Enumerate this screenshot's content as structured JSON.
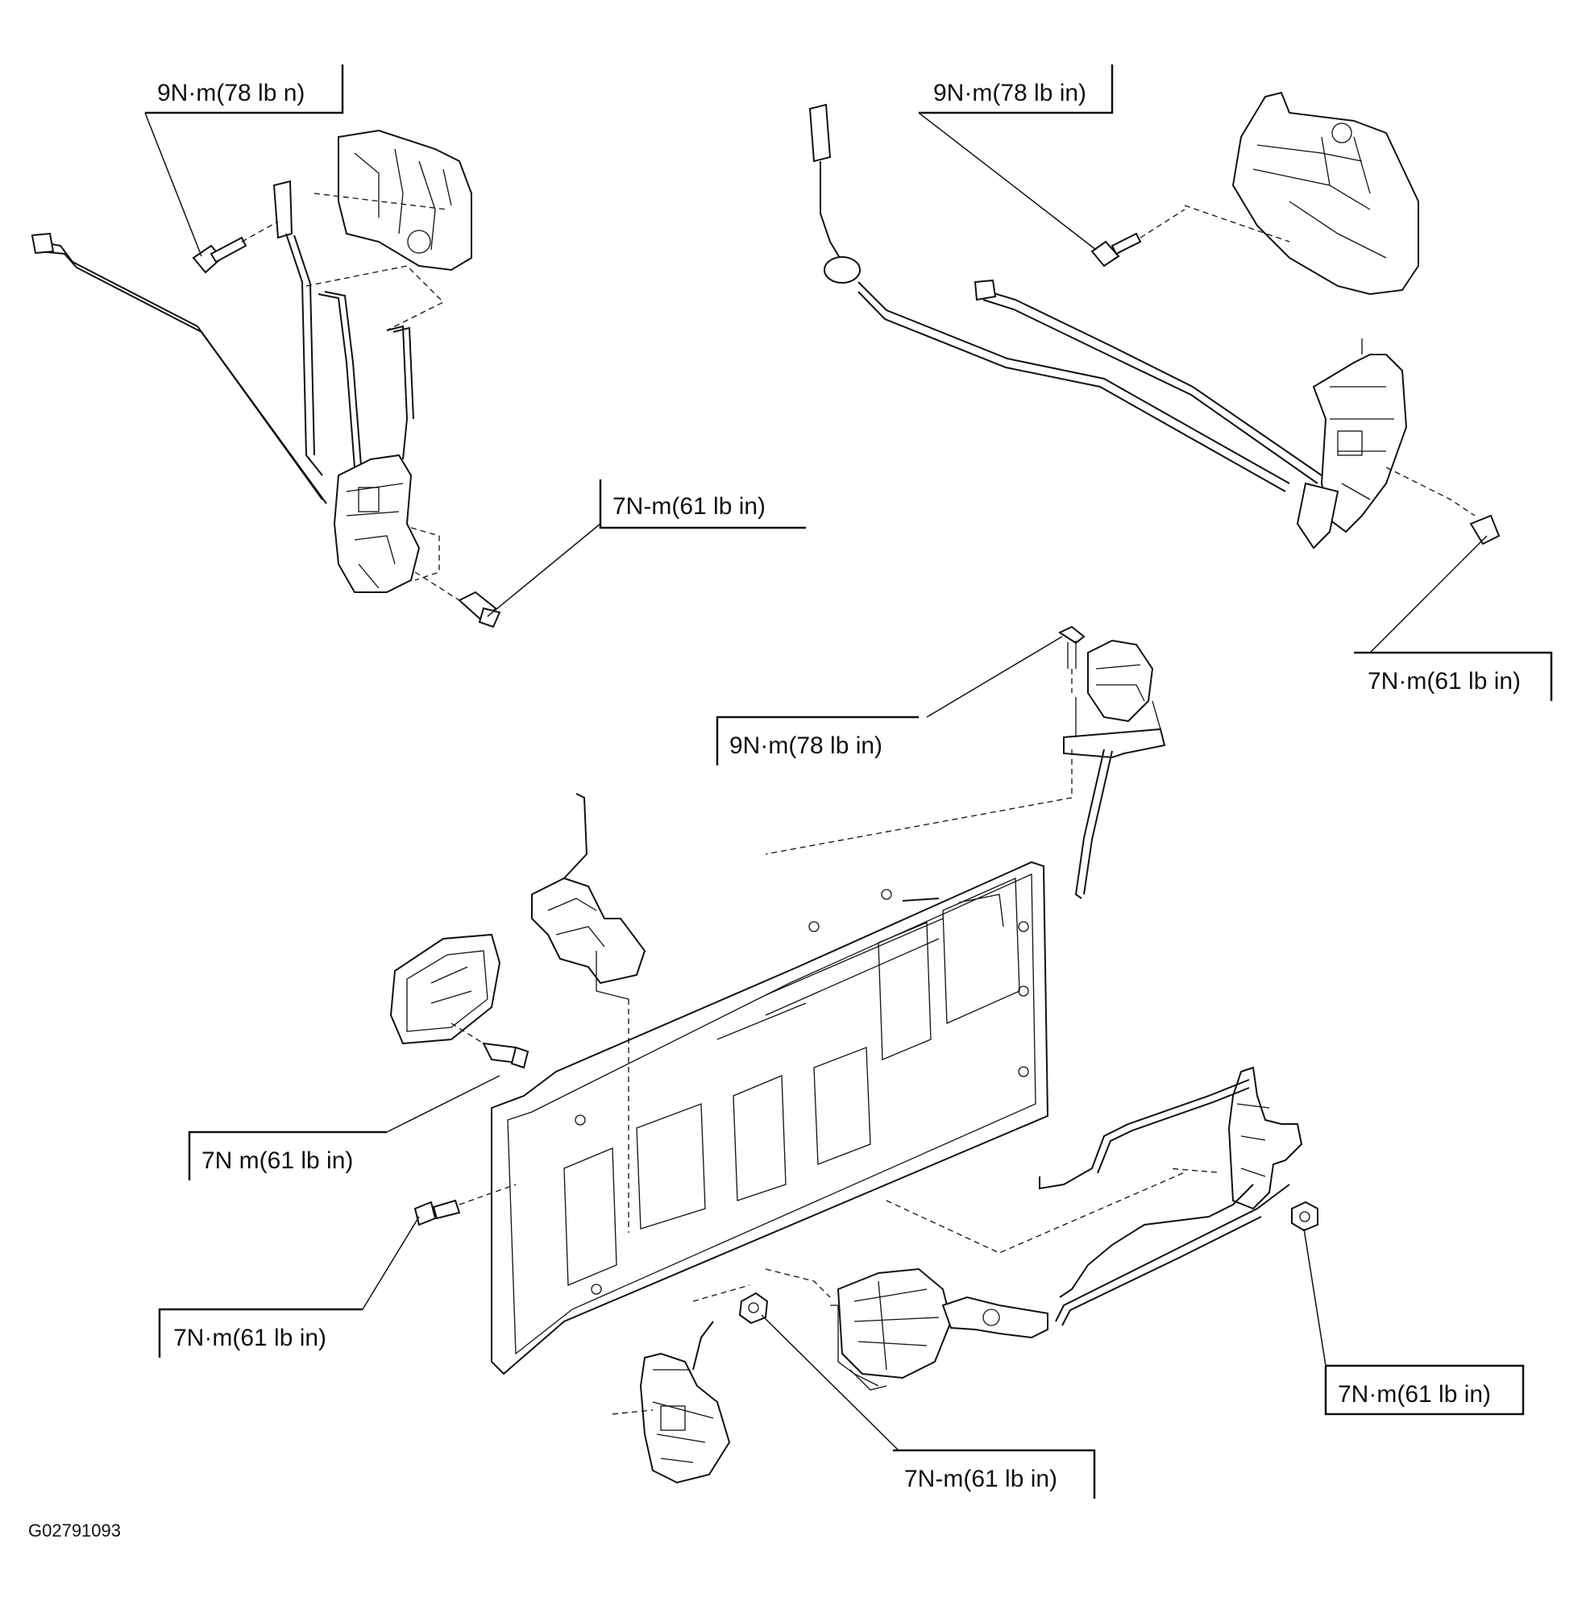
{
  "callouts": [
    {
      "id": "c1",
      "text": "9N·m(78 lb n)"
    },
    {
      "id": "c2",
      "text": "9N·m(78 lb in)"
    },
    {
      "id": "c3",
      "text": "7N-m(61 lb in)"
    },
    {
      "id": "c4",
      "text": "7N·m(61 lb in)"
    },
    {
      "id": "c5",
      "text": "9N·m(78 lb in)"
    },
    {
      "id": "c6",
      "text": "7N m(61 lb in)"
    },
    {
      "id": "c7",
      "text": "7N·m(61 lb in)"
    },
    {
      "id": "c8",
      "text": "7N-m(61 lb in)"
    },
    {
      "id": "c9",
      "text": "7N·m(61 lb in)"
    }
  ],
  "figure_code": "G02791093"
}
